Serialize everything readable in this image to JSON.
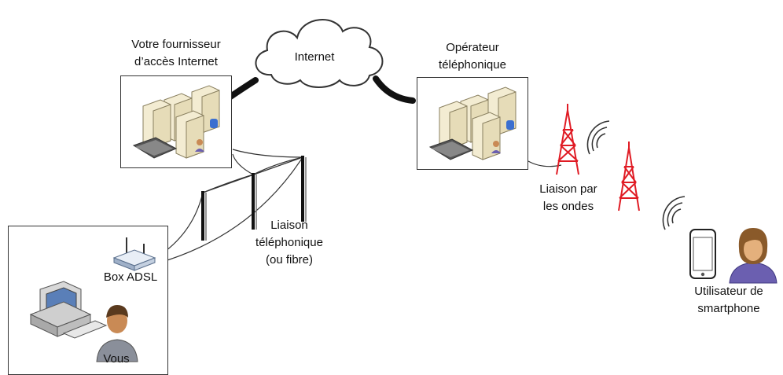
{
  "nodes": {
    "isp": {
      "line1": "Votre fournisseur",
      "line2": "d’accès Internet"
    },
    "internet": {
      "label": "Internet"
    },
    "operator": {
      "line1": "Opérateur",
      "line2": "téléphonique"
    },
    "box": {
      "label": "Box ADSL"
    },
    "you": {
      "label": "Vous"
    },
    "smartphone_user": {
      "line1": "Utilisateur de",
      "line2": "smartphone"
    }
  },
  "links": {
    "phone_line": {
      "line1": "Liaison",
      "line2": "téléphonique",
      "line3": "(ou fibre)"
    },
    "radio": {
      "line1": "Liaison par",
      "line2": "les ondes"
    }
  },
  "colors": {
    "tower": "#e01b24",
    "server_body": "#f3ecd2",
    "server_shade": "#cfc4a0",
    "cloud_fill": "#ffffff",
    "person_skin": "#c98a55",
    "person_hair": "#5a3a1e",
    "person_shirt": "#8a8f9a"
  },
  "icons": [
    "cloud-icon",
    "server-cluster-icon",
    "pole-icon",
    "router-icon",
    "desktop-computer-icon",
    "person-icon",
    "radio-tower-icon",
    "wifi-waves-icon",
    "smartphone-icon"
  ]
}
